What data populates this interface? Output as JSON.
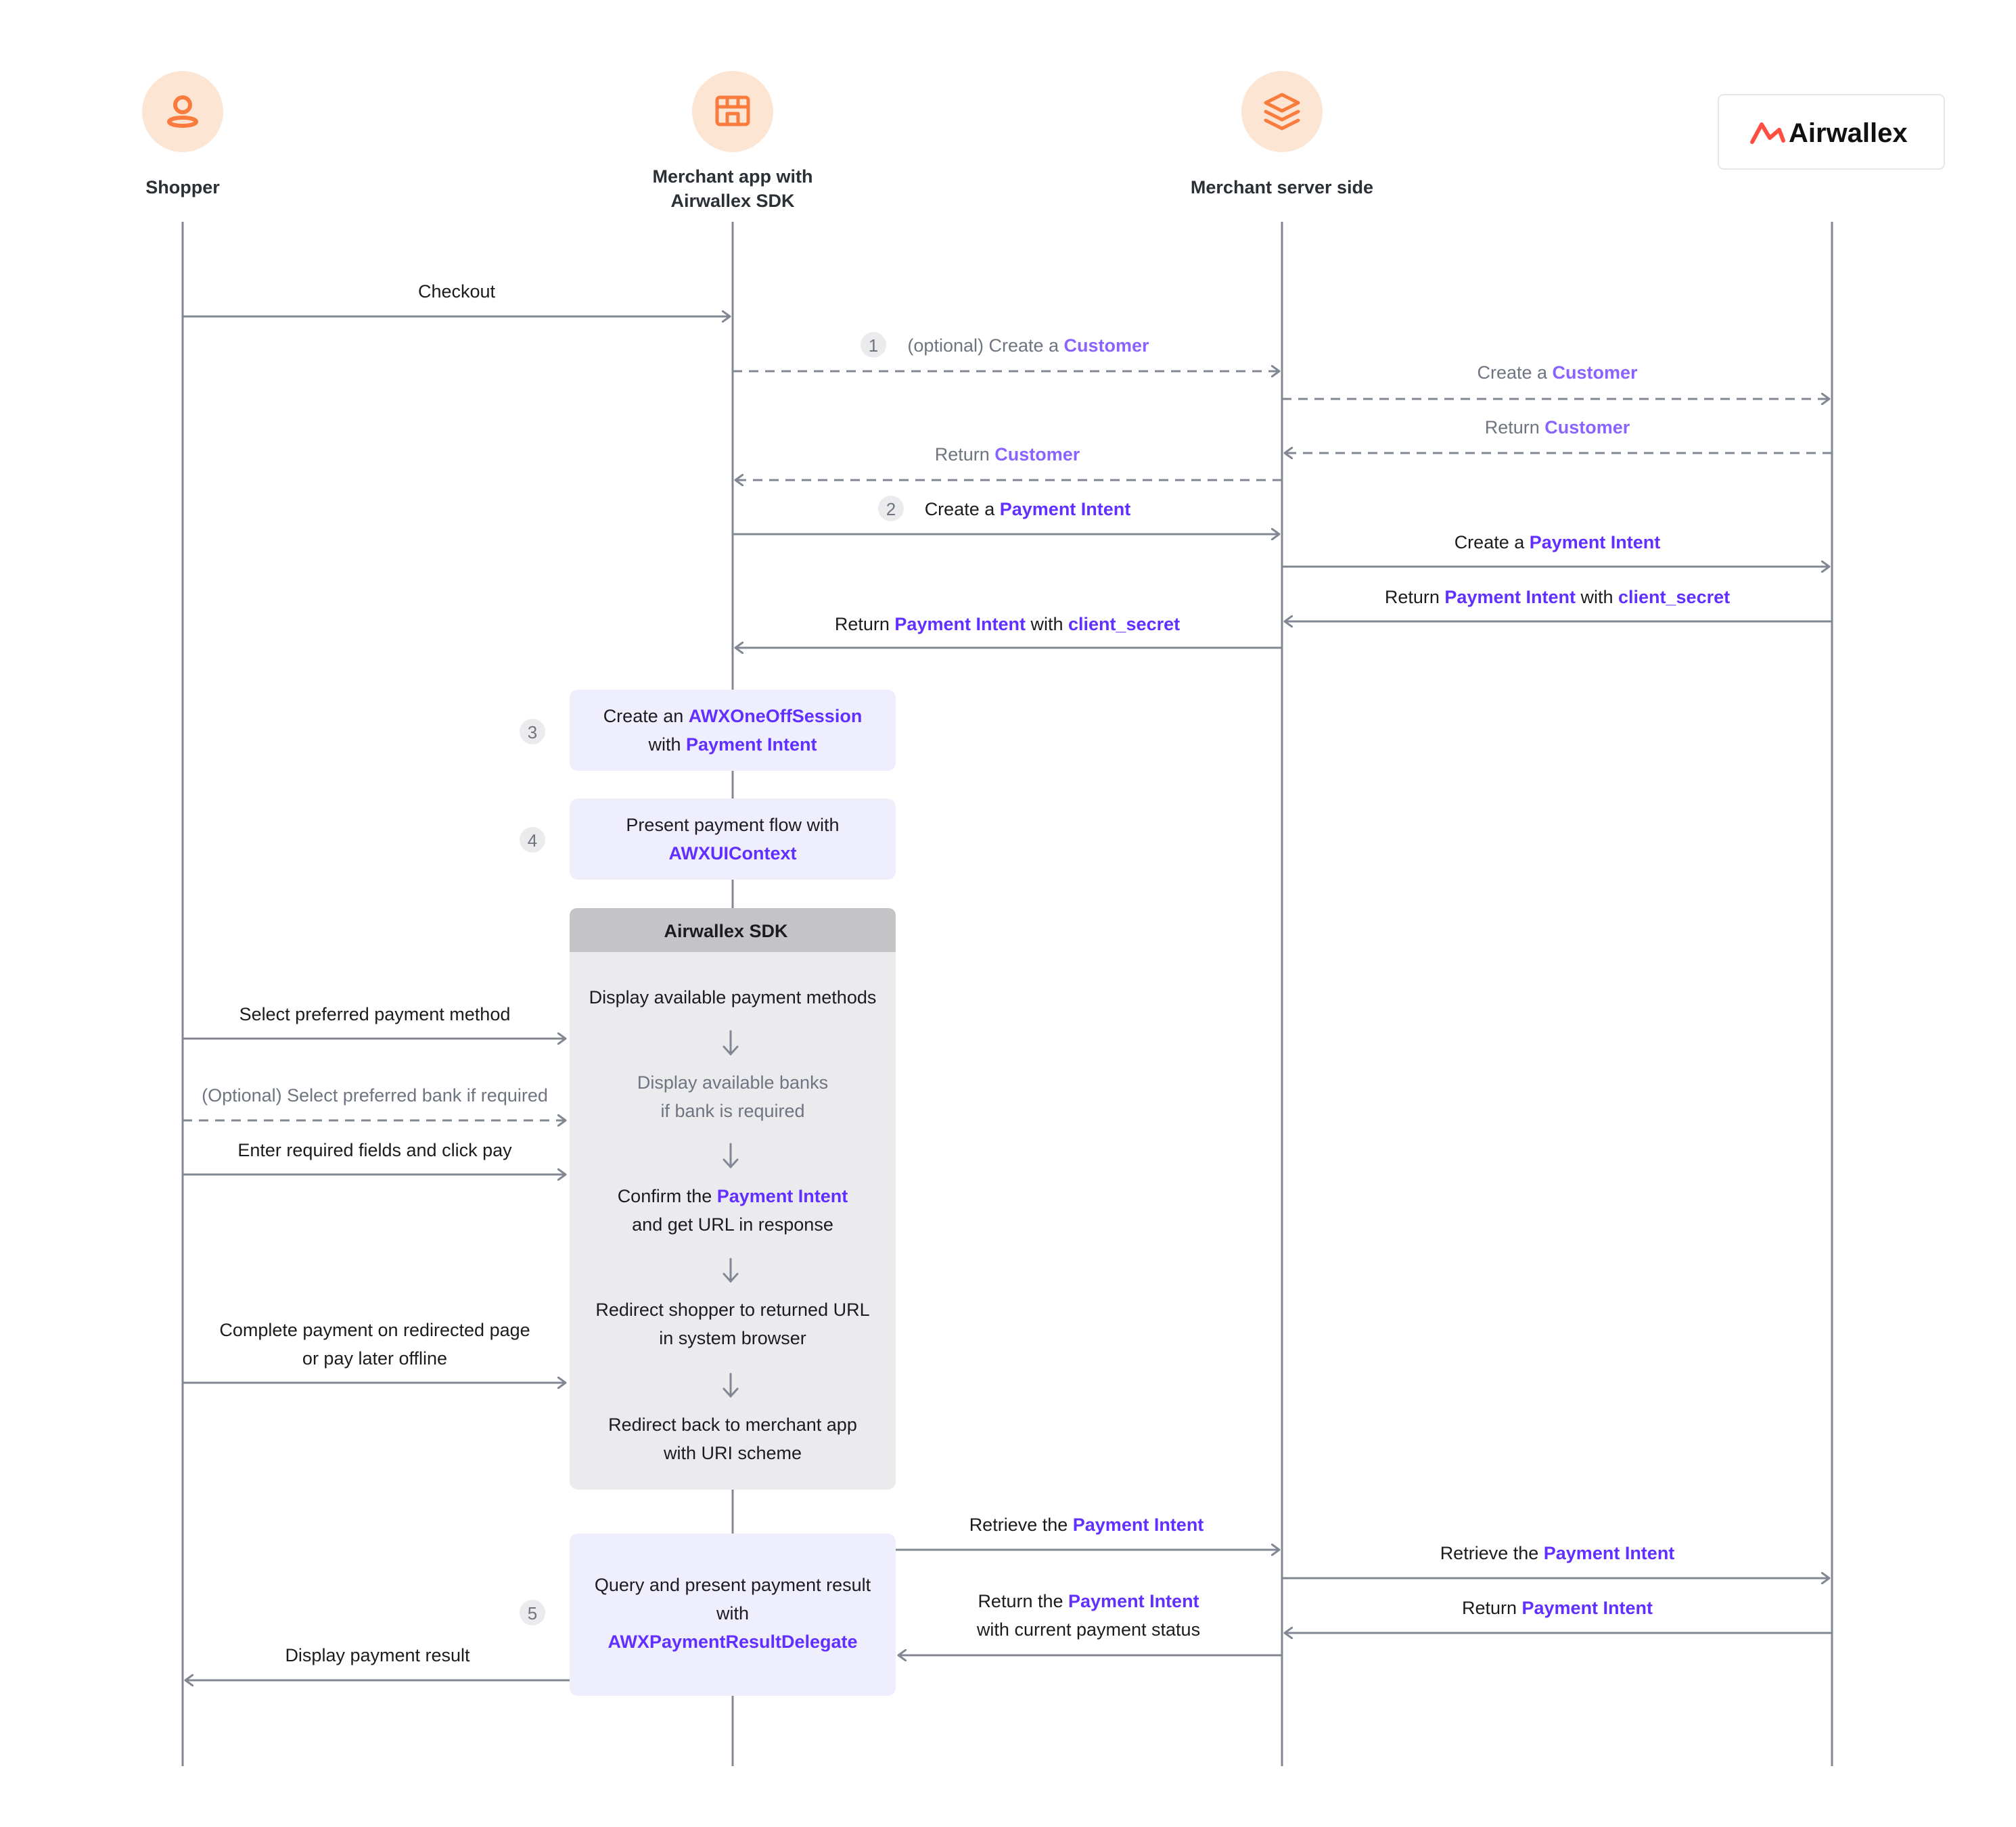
{
  "actors": {
    "shopper": {
      "label": "Shopper",
      "icon": "person-icon"
    },
    "merchant_app": {
      "label_line1": "Merchant app with",
      "label_line2": "Airwallex SDK",
      "icon": "store-icon"
    },
    "merchant_server": {
      "label": "Merchant server side",
      "icon": "layers-icon"
    },
    "airwallex": {
      "logo_text": "Airwallex",
      "icon": "airwallex-logo-icon"
    }
  },
  "steps": {
    "s1": "1",
    "s2": "2",
    "s3": "3",
    "s4": "4",
    "s5": "5"
  },
  "messages": {
    "checkout": "Checkout",
    "opt_create_customer": {
      "prefix": "(optional) Create a ",
      "term": "Customer"
    },
    "create_customer": {
      "prefix": "Create a ",
      "term": "Customer"
    },
    "return_customer_awx": {
      "prefix": "Return ",
      "term": "Customer"
    },
    "return_customer_app": {
      "prefix": "Return ",
      "term": "Customer"
    },
    "create_pi_app": {
      "prefix": "Create a ",
      "term": "Payment Intent"
    },
    "create_pi_awx": {
      "prefix": "Create a ",
      "term": "Payment Intent"
    },
    "return_pi_secret_awx": {
      "prefix": "Return ",
      "term": "Payment Intent",
      "mid": " with ",
      "term2": "client_secret"
    },
    "return_pi_secret_app": {
      "prefix": "Return ",
      "term": "Payment Intent",
      "mid": " with ",
      "term2": "client_secret"
    },
    "select_method": "Select preferred payment method",
    "select_bank": "(Optional) Select preferred bank if required",
    "enter_fields": "Enter required fields and click pay",
    "complete_line1": "Complete payment on redirected page",
    "complete_line2": "or pay later offline",
    "retrieve_pi_app": {
      "prefix": "Retrieve the ",
      "term": "Payment Intent"
    },
    "retrieve_pi_awx": {
      "prefix": "Retrieve the ",
      "term": "Payment Intent"
    },
    "return_pi_status": {
      "prefix": "Return the ",
      "term": "Payment Intent",
      "line2": "with current payment status"
    },
    "return_pi_awx": {
      "prefix": "Return ",
      "term": "Payment Intent"
    },
    "display_result": "Display payment result"
  },
  "boxes": {
    "session": {
      "line1_prefix": "Create an ",
      "line1_term": "AWXOneOffSession",
      "line2_prefix": "with ",
      "line2_term": "Payment Intent"
    },
    "ui_context": {
      "line1": "Present payment flow with",
      "line2_term": "AWXUIContext"
    },
    "sdk": {
      "header": "Airwallex SDK",
      "display_methods": "Display available payment methods",
      "banks_line1": "Display available banks",
      "banks_line2": "if bank is required",
      "confirm_prefix": "Confirm the ",
      "confirm_term": "Payment Intent",
      "confirm_line2": "and get URL in response",
      "redirect_line1": "Redirect shopper to returned URL",
      "redirect_line2": "in system browser",
      "back_line1": "Redirect back to merchant app",
      "back_line2": "with URI scheme"
    },
    "result": {
      "line1": "Query and present payment result",
      "line2": "with",
      "line3_term": "AWXPaymentResultDelegate"
    }
  },
  "colors": {
    "accent_purple": "#612fff",
    "orange_icon": "#f97b3d",
    "orange_circle": "#fde5d4",
    "line": "#828893",
    "box_purple_bg": "#efeefd",
    "sdk_bg": "#ebebee",
    "sdk_header_bg": "#c4c4c6",
    "logo_red": "#ff4f42"
  }
}
